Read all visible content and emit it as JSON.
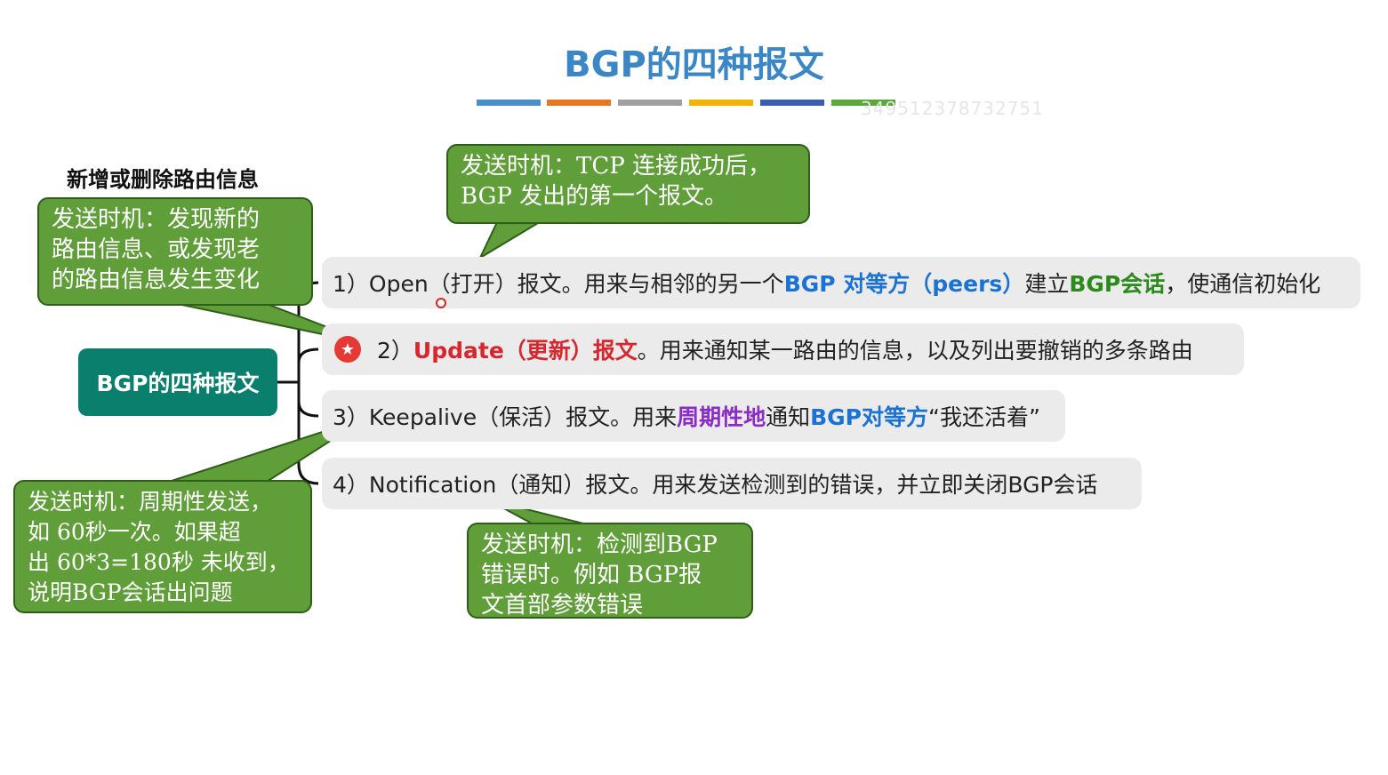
{
  "title": "BGP的四种报文",
  "color_bar_colors": [
    "#4a90c8",
    "#e87722",
    "#a0a0a0",
    "#f2b400",
    "#3a5fb0",
    "#5aa83a"
  ],
  "watermark": "349512378732751",
  "root_label": "BGP的四种报文",
  "topic_label": "新增或删除路由信息",
  "items": [
    {
      "prefix": "1）Open（打开）报文。用来与相邻的另一个 ",
      "blue": "BGP 对等方（peers）",
      "mid": "建立",
      "green": "BGP会话",
      "suffix": "，使通信初始化"
    },
    {
      "prefix": "2）",
      "red": "Update（更新）报文",
      "suffix": "。用来通知某一路由的信息，以及列出要撤销的多条路由"
    },
    {
      "prefix": "3）Keepalive（保活）报文。用来",
      "purple": "周期性地",
      "mid": "通知",
      "blue": "BGP对等方",
      "suffix": "“我还活着”"
    },
    {
      "text": "4）Notification（通知）报文。用来发送检测到的错误，并立即关闭BGP会话"
    }
  ],
  "callouts": {
    "open": [
      "发送时机：TCP 连接成功后，",
      "BGP 发出的第一个报文。"
    ],
    "update": [
      "发送时机：发现新的",
      "路由信息、或发现老",
      "的路由信息发生变化"
    ],
    "keepalive": [
      "发送时机：周期性发送，",
      "如 60秒一次。如果超",
      "出 60*3=180秒 未收到，",
      "说明BGP会话出问题"
    ],
    "notification": [
      "发送时机：检测到BGP",
      "错误时。例如 BGP报",
      "文首部参数错误"
    ]
  },
  "icons": {
    "star_badge": "star-icon",
    "red_dot": "pointer-dot"
  }
}
